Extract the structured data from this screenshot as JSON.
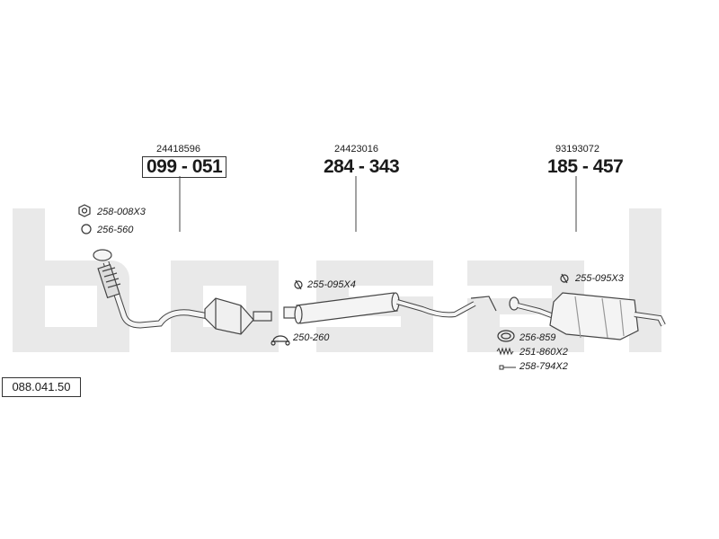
{
  "watermark": "bosal",
  "reference_number": "088.041.50",
  "components": [
    {
      "oem": "24418596",
      "part": "099 - 051",
      "boxed": true
    },
    {
      "oem": "24423016",
      "part": "284 - 343",
      "boxed": false
    },
    {
      "oem": "93193072",
      "part": "185 - 457",
      "boxed": false
    }
  ],
  "accessories": [
    {
      "code": "258-008X3",
      "icon": "nut-icon"
    },
    {
      "code": "256-560",
      "icon": "ring-gasket-icon"
    },
    {
      "code": "255-095X4",
      "icon": "clamp-icon"
    },
    {
      "code": "250-260",
      "icon": "pipe-clamp-icon"
    },
    {
      "code": "255-095X3",
      "icon": "clamp-icon"
    },
    {
      "code": "256-859",
      "icon": "seal-ring-icon"
    },
    {
      "code": "251-860X2",
      "icon": "spring-icon"
    },
    {
      "code": "258-794X2",
      "icon": "bolt-icon"
    }
  ],
  "colors": {
    "watermark": "#e9e9e9",
    "line": "#444444",
    "part_fill": "#f4f4f4"
  }
}
